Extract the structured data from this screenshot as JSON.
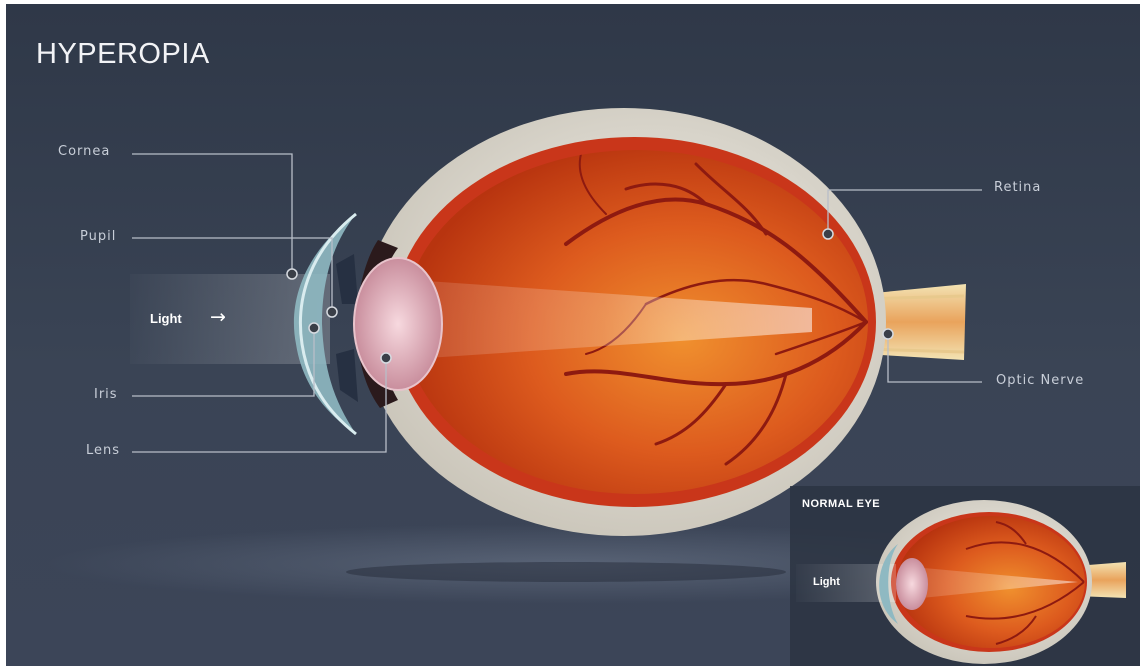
{
  "title": "HYPEROPIA",
  "labels": {
    "cornea": "Cornea",
    "pupil": "Pupil",
    "iris": "Iris",
    "lens": "Lens",
    "retina": "Retina",
    "optic_nerve": "Optic Nerve",
    "light": "Light",
    "light_arrow": "→"
  },
  "inset": {
    "title": "NORMAL EYE",
    "light": "Light"
  },
  "colors": {
    "background": "#36404f",
    "sclera": "#e6e2d8",
    "eyeball": "#d8541c",
    "vessel": "#8e1a10",
    "cornea": "#8fb9c2",
    "callout_line": "#b8bec8"
  }
}
